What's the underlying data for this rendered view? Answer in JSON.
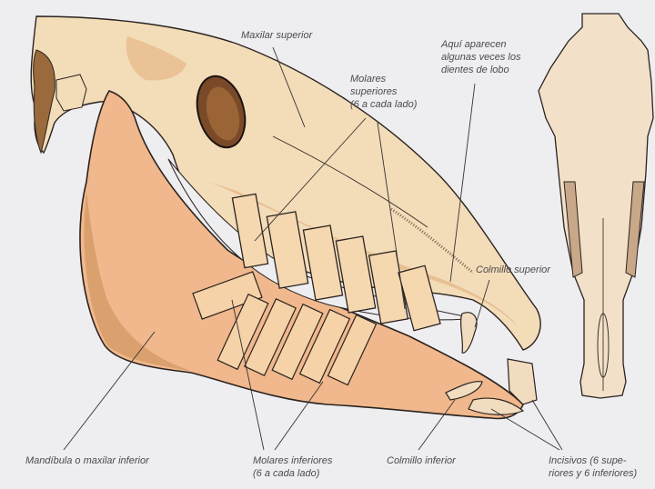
{
  "figure": {
    "subject": "Horse skull — lateral view and ventral view",
    "colors": {
      "background": "#eeedf0",
      "bone_light": "#f3dcb8",
      "bone_mid": "#efc49a",
      "mandible": "#f0b88c",
      "shadow": "#b8844e",
      "outline": "#2a2320",
      "ventral_fill": "#f2e0c8",
      "label_text": "#4a4a4f",
      "leader_line": "#333333"
    },
    "labels": [
      {
        "id": "maxilar-superior",
        "text": "Maxilar superior"
      },
      {
        "id": "molares-superiores",
        "text": "Molares\nsuperiores\n(6 a cada lado)"
      },
      {
        "id": "dientes-de-lobo",
        "text": "Aquí aparecen\nalgunas veces los\ndientes de lobo"
      },
      {
        "id": "colmillo-superior",
        "text": "Colmillo superior"
      },
      {
        "id": "mandibula",
        "text": "Mandíbula o maxilar inferior"
      },
      {
        "id": "molares-inferiores",
        "text": "Molares inferiores\n(6 a cada lado)"
      },
      {
        "id": "colmillo-inferior",
        "text": "Colmillo inferior"
      },
      {
        "id": "incisivos",
        "text": "Incisivos (6 supe-\nriores y 6 inferiores)"
      }
    ]
  }
}
